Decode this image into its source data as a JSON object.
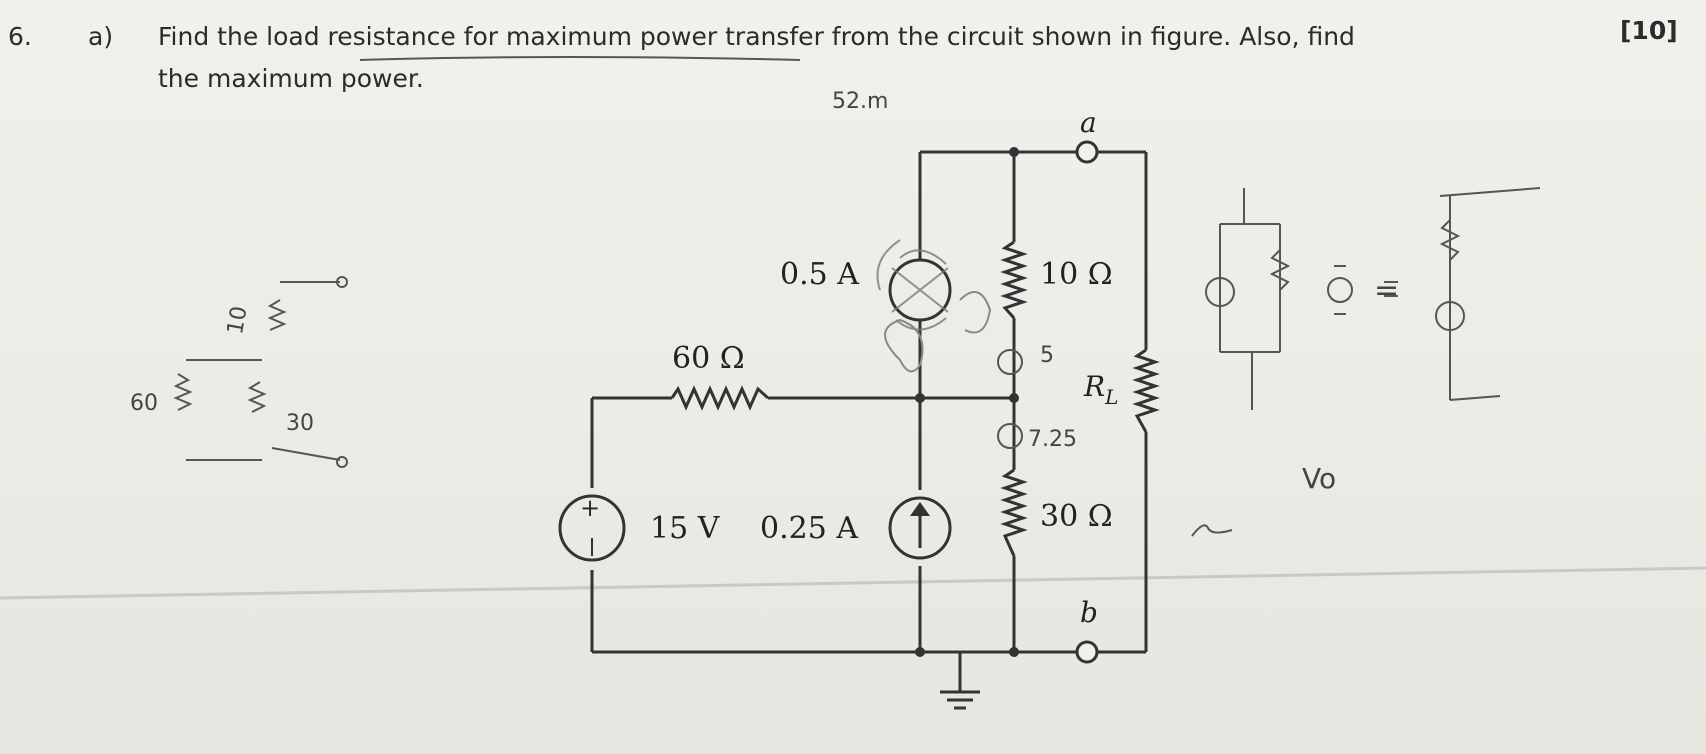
{
  "question": {
    "number": "6.",
    "part": "a)",
    "line1": "Find the load resistance for maximum power transfer from the circuit shown in figure. Also, find",
    "line2": "the maximum power.",
    "marks": "[10]"
  },
  "circuit": {
    "current_source_top": "0.5 A",
    "resistor_top": "10 Ω",
    "resistor_left": "60 Ω",
    "load_resistor": "R",
    "load_resistor_subscript": "L",
    "voltage_source": "15 V",
    "voltage_plus": "+",
    "current_source_bottom": "0.25 A",
    "resistor_bottom": "30 Ω",
    "terminal_a": "a",
    "terminal_b": "b"
  },
  "handwriting": {
    "top_note": "52.m",
    "left_60": "60",
    "left_30": "30",
    "left_10": "10",
    "node_5": "5",
    "node_725": "7.25",
    "v0": "Vo",
    "equals": "="
  }
}
